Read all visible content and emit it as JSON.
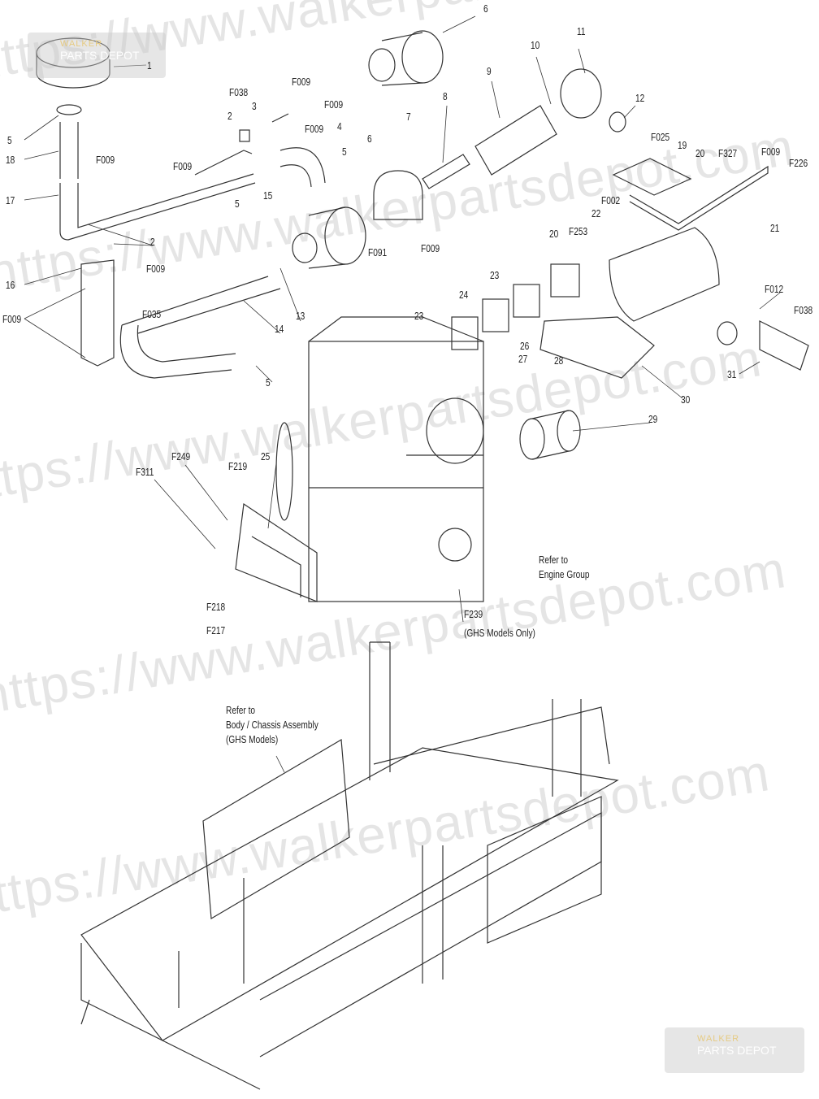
{
  "watermark": {
    "text": "https://www.walkerpartsdepot.com",
    "logo_top": "WALKER",
    "logo_bottom": "PARTS DEPOT"
  },
  "callouts": [
    "1",
    "6",
    "11",
    "10",
    "9",
    "8",
    "12",
    "F038",
    "3",
    "F009",
    "F009",
    "F009",
    "4",
    "2",
    "7",
    "6",
    "5",
    "18",
    "F009",
    "F009",
    "5",
    "5",
    "15",
    "17",
    "F025",
    "19",
    "20",
    "F327",
    "F009",
    "F226",
    "F002",
    "22",
    "21",
    "F091",
    "F009",
    "20",
    "F253",
    "2",
    "16",
    "F009",
    "13",
    "23",
    "24",
    "23",
    "F012",
    "F038",
    "F035",
    "F009",
    "14",
    "26",
    "27",
    "28",
    "31",
    "30",
    "5",
    "29",
    "F249",
    "25",
    "F219",
    "F311",
    "F218",
    "F217",
    "F239"
  ],
  "notes": {
    "engine_ref_1": "Refer to",
    "engine_ref_2": "Engine Group",
    "ghs_only": "(GHS Models Only)",
    "chassis_ref_1": "Refer to",
    "chassis_ref_2": "Body / Chassis Assembly",
    "chassis_ref_3": "(GHS Models)"
  }
}
